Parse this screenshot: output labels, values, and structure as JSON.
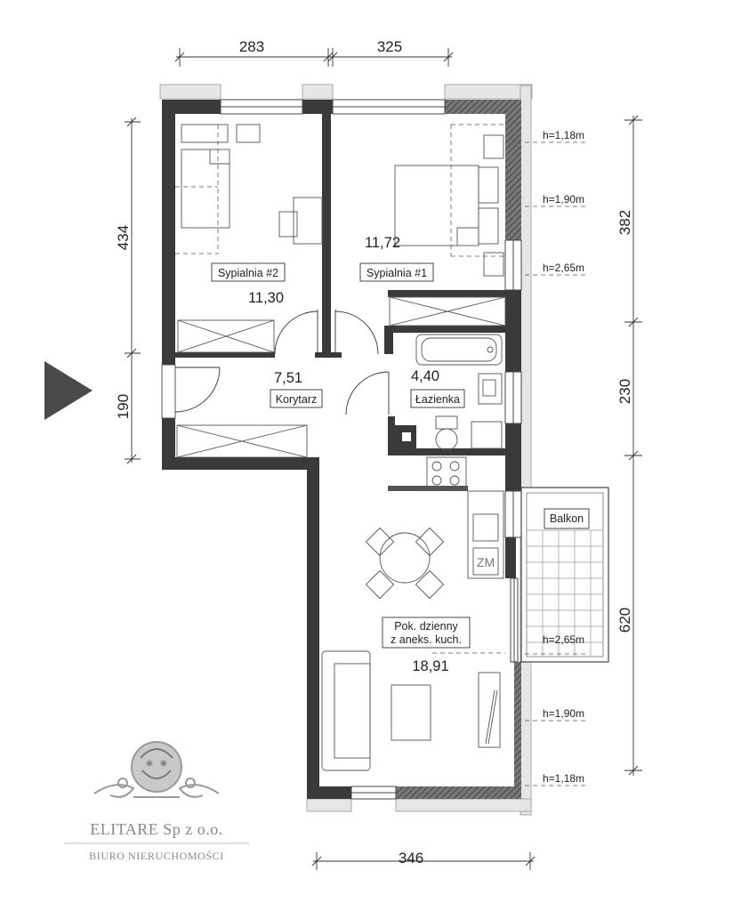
{
  "dimensions": {
    "top_left": "283",
    "top_right": "325",
    "left_upper": "434",
    "left_lower": "190",
    "right_upper": "382",
    "right_middle": "230",
    "right_lower": "620",
    "bottom": "346"
  },
  "rooms": {
    "bedroom2": {
      "name": "Sypialnia #2",
      "area": "11,30"
    },
    "bedroom1": {
      "name": "Sypialnia #1",
      "area": "11,72"
    },
    "hallway": {
      "name": "Korytarz",
      "area": "7,51"
    },
    "bathroom": {
      "name": "Łazienka",
      "area": "4,40"
    },
    "balcony": {
      "name": "Balkon"
    },
    "living": {
      "name_line1": "Pok. dzienny",
      "name_line2": "z aneks. kuch.",
      "area": "18,91"
    }
  },
  "window_heights": {
    "h118_top": "h=1,18m",
    "h190_top": "h=1,90m",
    "h265_top": "h=2,65m",
    "h265_bottom": "h=2,65m",
    "h190_bottom": "h=1,90m",
    "h118_bottom": "h=1,18m"
  },
  "appliance": {
    "zm_label": "ZM"
  },
  "brand": {
    "name": "ELITARE Sp z o.o.",
    "subtitle": "BIURO NIERUCHOMOŚCI"
  },
  "colors": {
    "wall": "#3a3a3a",
    "wall_hatch": "#8a8a8a",
    "text": "#222222",
    "entrance_marker": "#4a4a4a",
    "logo": "#9a9a9a"
  },
  "icons": {
    "entrance": "entrance-arrow-icon",
    "logo": "lion-crest-icon"
  }
}
